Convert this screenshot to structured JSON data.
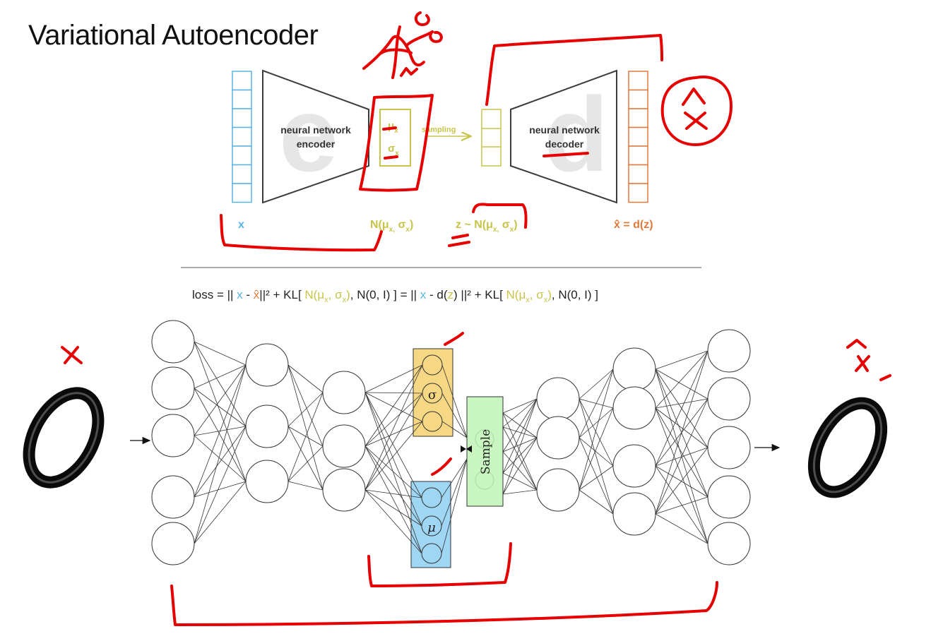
{
  "title": "Variational Autoencoder",
  "top_diagram": {
    "encoder_label_1": "neural network",
    "encoder_label_2": "encoder",
    "decoder_label_1": "neural network",
    "decoder_label_2": "decoder",
    "encoder_watermark": "e",
    "decoder_watermark": "d",
    "mu_symbol": "μ",
    "mu_sub": "x",
    "sigma_symbol": "σ",
    "sigma_sub": "x",
    "sampling_label": "sampling",
    "x_label": "x",
    "dist_label": "N(μ",
    "dist_sub1": "x,",
    "dist_mid": " σ",
    "dist_sub2": "x",
    "dist_close": ")",
    "z_label": "z ~ N(μ",
    "z_sub1": "x,",
    "z_mid": " σ",
    "z_sub2": "x",
    "z_close": ")",
    "xhat_label": "x̂ = d(z)",
    "colors": {
      "blue": "#5ab4e4",
      "olive": "#c8c44a",
      "orange": "#e07a3c",
      "gray": "#3b3b3b",
      "watermark": "#e6e6e6"
    }
  },
  "loss": {
    "prefix": "loss  =  || ",
    "x": "x",
    "minus1": " - ",
    "xhat": "x̂",
    "sq1": "||² + KL[ ",
    "n1": "N(μ",
    "n1s1": "x",
    "n1m": ", σ",
    "n1s2": "x",
    "n1c": ")",
    "n01a": ", N(0, I) ]  =  || ",
    "x2": "x",
    "minus2": " - d(",
    "z": "z",
    "sq2": ") ||² + KL[ ",
    "n2": "N(μ",
    "n2s1": "x",
    "n2m": ", σ",
    "n2s2": "x",
    "n2c": ")",
    "n01b": ", N(0, I) ]"
  },
  "bottom_diagram": {
    "sigma_node": "σ",
    "mu_node": "μ",
    "sample_label": "Sample",
    "colors": {
      "sigma_box": "#f6d884",
      "mu_box": "#9fd6f4",
      "sample_box": "#c8f5c0",
      "stroke": "#333333"
    }
  },
  "annotations": {
    "handwritten_x": "x",
    "handwritten_xhat": "x̂",
    "color": "#e60000"
  }
}
